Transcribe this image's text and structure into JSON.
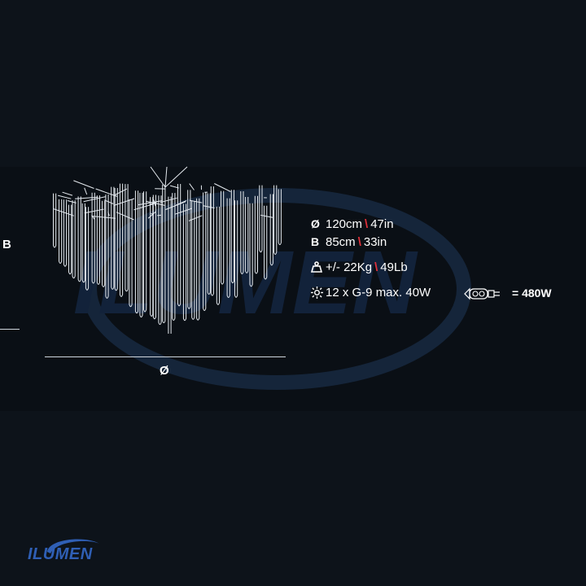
{
  "left_dimension": {
    "label": "B"
  },
  "diameter": {
    "label": "Ø"
  },
  "specs": {
    "diameter": {
      "symbol": "Ø",
      "metric": "120cm",
      "separator": "\\",
      "imperial": "47in"
    },
    "height": {
      "symbol": "B",
      "metric": "85cm",
      "separator": "\\",
      "imperial": "33in"
    },
    "weight": {
      "symbol_icon": "weight-icon",
      "metric": "+/- 22Kg",
      "separator": "\\",
      "imperial": "49Lb"
    },
    "bulbs": {
      "symbol_icon": "light-icon",
      "text": "12 x G-9 max. 40W",
      "bulb_icon": "g9-bulb-icon"
    },
    "total": {
      "text": "= 480W"
    }
  },
  "brand": {
    "name": "ILUMEN",
    "watermark": "ILUMEN",
    "color": "#2f5fb5"
  },
  "colors": {
    "background": "#0d131a",
    "band": "#0a0f15",
    "accent_separator": "#e0303a"
  }
}
